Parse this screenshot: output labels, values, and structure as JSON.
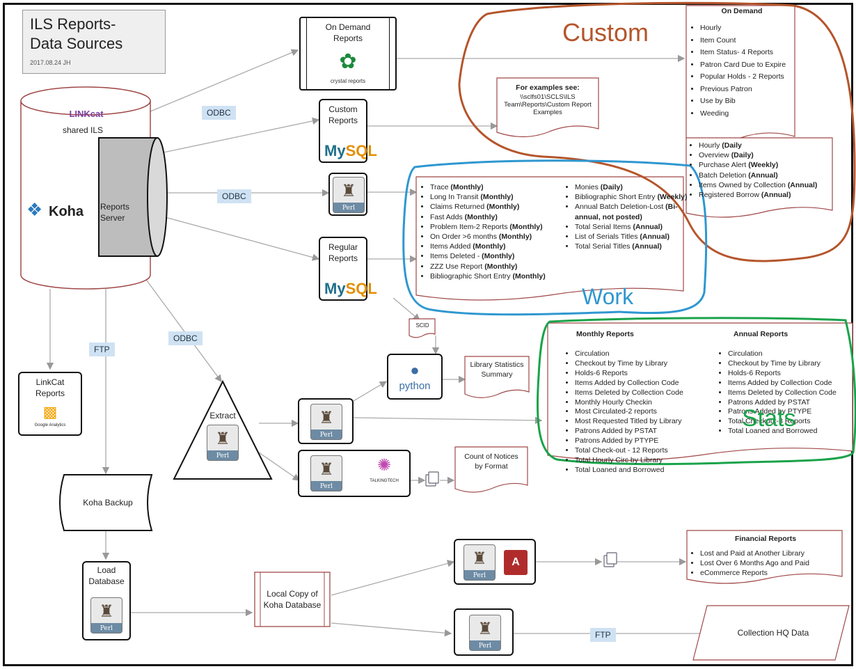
{
  "title": {
    "line1": "ILS Reports-",
    "line2": "Data Sources",
    "date": "2017.08.24 JH"
  },
  "db": {
    "linkcat": "LINKcat",
    "shared": "shared ILS",
    "koha": "Koha",
    "server_line1": "Reports",
    "server_line2": "Server"
  },
  "tags": {
    "odbc_top": "ODBC",
    "odbc_mid": "ODBC",
    "odbc_low": "ODBC",
    "ftp_left": "FTP",
    "ftp_bottom": "FTP"
  },
  "on_demand_reports": {
    "line1": "On Demand",
    "line2": "Reports",
    "brand": "crystal reports"
  },
  "custom_reports": {
    "line1": "Custom",
    "line2": "Reports",
    "logo_a": "My",
    "logo_b": "SQL"
  },
  "regular_reports": {
    "line1": "Regular",
    "line2": "Reports",
    "logo_a": "My",
    "logo_b": "SQL"
  },
  "perl_label": "Perl",
  "python_label": "python",
  "talkingtech": "TALKINGTECH",
  "linkcat_reports": {
    "line1": "LinkCat",
    "line2": "Reports",
    "ga": "Google Analytics"
  },
  "koha_backup": "Koha Backup",
  "load_db": {
    "line1": "Load",
    "line2": "Database"
  },
  "local_copy": {
    "line1": "Local Copy of",
    "line2": "Koha Database"
  },
  "extract": "Extract",
  "scid": "SCID",
  "examples": {
    "title": "For examples see:",
    "path": "\\\\sclfs01\\SCLS\\ILS Team\\Reports\\Custom Report Examples"
  },
  "on_demand_list": {
    "title": "On Demand",
    "items": [
      "Hourly",
      "Item Count",
      "Item Status- 4 Reports",
      "Patron Card Due to Expire",
      "Popular Holds - 2 Reports",
      "Previous Patron",
      "Use by Bib",
      "Weeding"
    ]
  },
  "custom_list": [
    {
      "t": "Hourly ",
      "b": "(Daily"
    },
    {
      "t": "Overview ",
      "b": "(Daily)"
    },
    {
      "t": "Purchase Alert ",
      "b": "(Weekly)"
    },
    {
      "t": "Batch Deletion ",
      "b": "(Annual)"
    },
    {
      "t": "Items Owned by Collection ",
      "b": "(Annual)"
    },
    {
      "t": "Registered Borrow ",
      "b": "(Annual)"
    }
  ],
  "regular_list_left": [
    {
      "t": "Trace ",
      "b": "(Monthly)"
    },
    {
      "t": "Long In Transit ",
      "b": "(Monthly)"
    },
    {
      "t": "Claims Returned ",
      "b": "(Monthly)"
    },
    {
      "t": "Fast Adds ",
      "b": "(Monthly)"
    },
    {
      "t": "Problem Item-2 Reports ",
      "b": "(Monthly)"
    },
    {
      "t": "On Order >6 months ",
      "b": "(Monthly)"
    },
    {
      "t": "Items Added ",
      "b": "(Monthly)"
    },
    {
      "t": "Items Deleted - ",
      "b": "(Monthly)"
    },
    {
      "t": "ZZZ Use Report ",
      "b": "(Monthly)"
    },
    {
      "t": "Bibliographic Short Entry ",
      "b": "(Monthly)"
    }
  ],
  "regular_list_right": [
    {
      "t": "Monies ",
      "b": "(Daily)"
    },
    {
      "t": "Bibliographic Short Entry ",
      "b": "(Weekly)"
    },
    {
      "t": "Annual Batch Deletion-Lost ",
      "b": "(Bi-annual, not posted)"
    },
    {
      "t": "Total Serial Items ",
      "b": "(Annual)"
    },
    {
      "t": "List of Serials Titles ",
      "b": "(Annual)"
    },
    {
      "t": "Total Serial Titles ",
      "b": "(Annual)"
    }
  ],
  "monthly": {
    "title": "Monthly Reports",
    "items": [
      "Circulation",
      "Checkout by Time by Library",
      "Holds-6 Reports",
      "Items Added by Collection Code",
      "Items Deleted by Collection Code",
      "Monthly Hourly Checkin",
      "Most Circulated-2 reports",
      "Most Requested Titled by Library",
      "Patrons Added by PSTAT",
      "Patrons Added by PTYPE",
      "Total Check-out - 12 Reports",
      "Total Hourly Circ by Library",
      "Total Loaned and Borrowed"
    ]
  },
  "annual": {
    "title": "Annual Reports",
    "items": [
      "Circulation",
      "Checkout by Time by Library",
      "Holds-6 Reports",
      "Items Added by Collection Code",
      "Items Deleted by Collection Code",
      "Patrons Added by PSTAT",
      "Patrons Added by PTYPE",
      "Total Checkout-8 Reports",
      "Total Loaned and Borrowed"
    ]
  },
  "lib_stats": {
    "line1": "Library Statistics",
    "line2": "Summary"
  },
  "notices": {
    "line1": "Count of Notices",
    "line2": "by Format"
  },
  "financial": {
    "title": "Financial Reports",
    "items": [
      "Lost and Paid at Another Library",
      "Lost Over 6 Months Ago and Paid",
      "eCommerce Reports"
    ]
  },
  "collection_hq": "Collection HQ Data",
  "annotations": {
    "custom": "Custom",
    "work": "Work",
    "stats": "Stats"
  },
  "colors": {
    "custom": "#b5552b",
    "work": "#2f97d0",
    "stats": "#1aa34a",
    "tag_bg": "#cfe2f3",
    "doc_border": "#a04848"
  }
}
